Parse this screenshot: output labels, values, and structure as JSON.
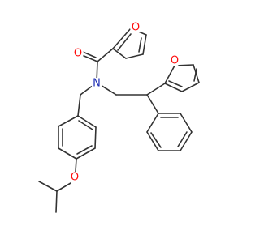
{
  "colors": {
    "bond": "#333333",
    "oxygen": "#ff0d0d",
    "nitrogen": "#1f2fb5",
    "background": "#ffffff"
  },
  "atoms": {
    "furan1_o": "O",
    "carbonyl_o": "O",
    "amide_n": "N",
    "furan2_o": "O",
    "ether_o": "O"
  }
}
